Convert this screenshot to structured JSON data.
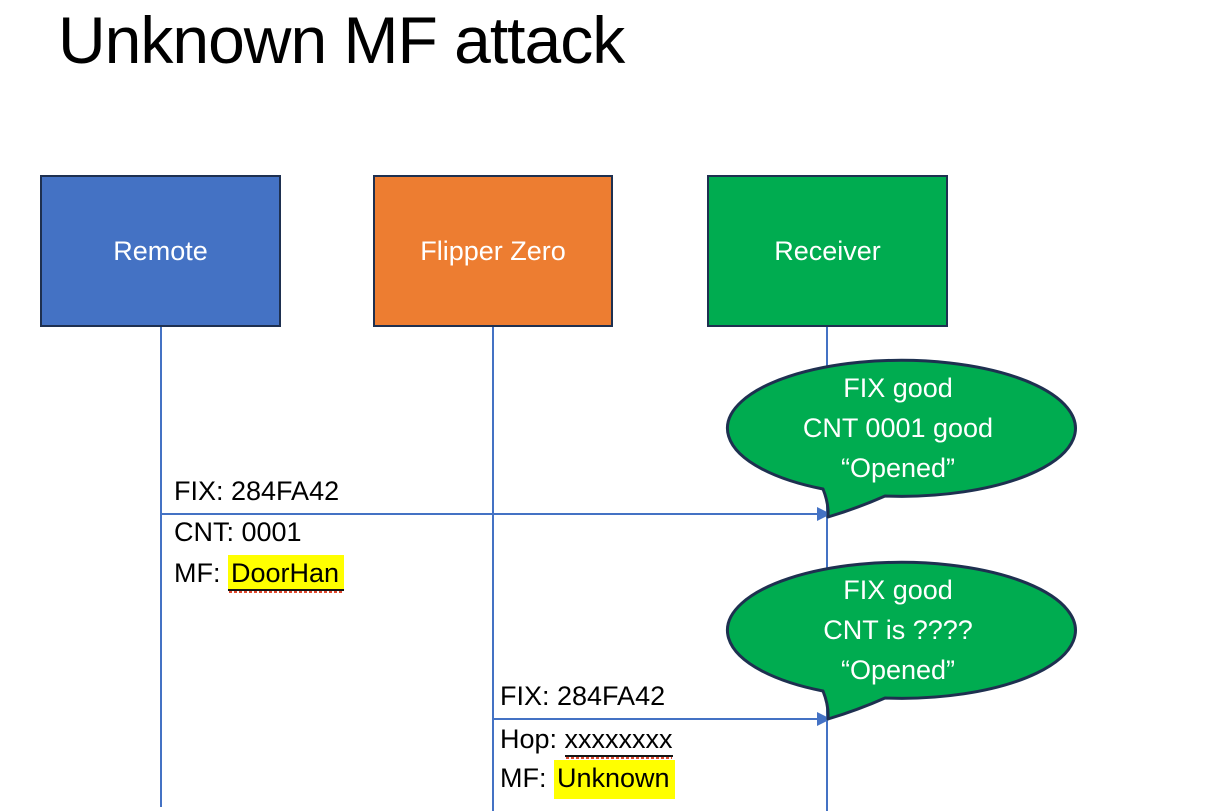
{
  "title": "Unknown MF attack",
  "actors": [
    {
      "label": "Remote",
      "fill": "#4472C4"
    },
    {
      "label": "Flipper Zero",
      "fill": "#ED7D31"
    },
    {
      "label": "Receiver",
      "fill": "#00AC50"
    }
  ],
  "messages": [
    {
      "from": "Remote",
      "to": "Receiver",
      "line1": "FIX: 284FA42",
      "line2": "CNT: 0001",
      "line3_label": "MF: ",
      "line3_value": "DoorHan"
    },
    {
      "from": "Flipper Zero",
      "to": "Receiver",
      "line1": "FIX: 284FA42",
      "line2_label": "Hop: ",
      "line2_value": "xxxxxxxx",
      "line3_label": "MF: ",
      "line3_value": "Unknown"
    }
  ],
  "callouts": [
    {
      "line1": "FIX good",
      "line2": "CNT 0001 good",
      "line3": "“Opened”"
    },
    {
      "line1": "FIX good",
      "line2": "CNT is ????",
      "line3": "“Opened”"
    }
  ],
  "colors": {
    "actor_border": "#1E3050",
    "connector_blue": "#4472C4",
    "callout_fill": "#00AC50",
    "callout_border": "#1E3050",
    "highlight_yellow": "#FFFF00",
    "squiggle_red": "#E0482D"
  }
}
